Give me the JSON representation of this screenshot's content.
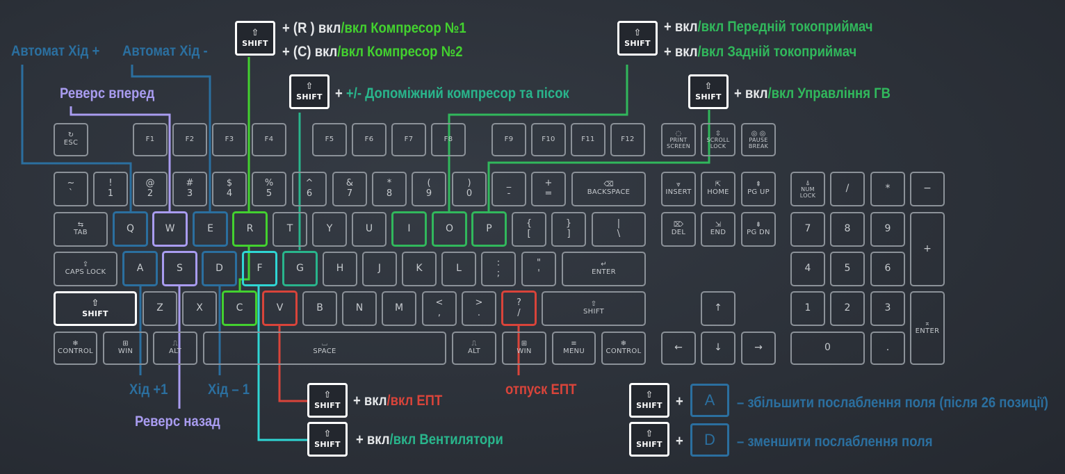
{
  "shift_key": {
    "arrow": "⇧",
    "label": "SHIFT"
  },
  "function_row": [
    "F1",
    "F2",
    "F3",
    "F4",
    "F5",
    "F6",
    "F7",
    "F8",
    "F9",
    "F10",
    "F11",
    "F12"
  ],
  "esc": {
    "icon": "↻",
    "label": "ESC"
  },
  "system_keys": [
    {
      "icon": "◌",
      "top": "PRINT",
      "bottom": "SCREEN"
    },
    {
      "icon": "⇳",
      "top": "SCROLL",
      "bottom": "LOCK"
    },
    {
      "icon": "◎ ◎",
      "top": "PAUSE",
      "bottom": "BREAK"
    }
  ],
  "number_row": [
    {
      "top": "~",
      "bottom": "`"
    },
    {
      "top": "!",
      "bottom": "1"
    },
    {
      "top": "@",
      "bottom": "2"
    },
    {
      "top": "#",
      "bottom": "3"
    },
    {
      "top": "$",
      "bottom": "4"
    },
    {
      "top": "%",
      "bottom": "5"
    },
    {
      "top": "^",
      "bottom": "6"
    },
    {
      "top": "&",
      "bottom": "7"
    },
    {
      "top": "*",
      "bottom": "8"
    },
    {
      "top": "(",
      "bottom": "9"
    },
    {
      "top": ")",
      "bottom": "0"
    },
    {
      "top": "_",
      "bottom": "-"
    },
    {
      "top": "+",
      "bottom": "="
    }
  ],
  "backspace": {
    "icon": "⌫",
    "label": "BACKSPACE"
  },
  "tab": {
    "icon": "⇆",
    "label": "TAB"
  },
  "qwerty_row": [
    "Q",
    "W",
    "E",
    "R",
    "T",
    "Y",
    "U",
    "I",
    "O",
    "P"
  ],
  "brackets": [
    {
      "top": "{",
      "bottom": "["
    },
    {
      "top": "}",
      "bottom": "]"
    },
    {
      "top": "|",
      "bottom": "\\"
    }
  ],
  "caps": {
    "icon": "⇪",
    "label": "CAPS LOCK"
  },
  "home_row": [
    "A",
    "S",
    "D",
    "F",
    "G",
    "H",
    "J",
    "K",
    "L"
  ],
  "punct_home": [
    {
      "top": ":",
      "bottom": ";"
    },
    {
      "top": "\"",
      "bottom": "'"
    }
  ],
  "enter": {
    "icon": "↵",
    "label": "ENTER"
  },
  "bottom_letters": [
    "Z",
    "X",
    "C",
    "V",
    "B",
    "N",
    "M"
  ],
  "punct_bottom": [
    {
      "top": "<",
      "bottom": ","
    },
    {
      "top": ">",
      "bottom": "."
    },
    {
      "top": "?",
      "bottom": "/"
    }
  ],
  "right_shift": {
    "icon": "⇧",
    "label": "SHIFT"
  },
  "modifiers_left": [
    {
      "icon": "❄",
      "label": "CONTROL"
    },
    {
      "icon": "⊞",
      "label": "WIN"
    },
    {
      "icon": "⎍",
      "label": "ALT"
    }
  ],
  "space": {
    "icon": "⌴",
    "label": "SPACE"
  },
  "modifiers_right": [
    {
      "icon": "⎍",
      "label": "ALT"
    },
    {
      "icon": "⊞",
      "label": "WIN"
    },
    {
      "icon": "≡",
      "label": "MENU"
    },
    {
      "icon": "❄",
      "label": "CONTROL"
    }
  ],
  "nav_top": [
    {
      "icon": "⩔",
      "label": "INSERT"
    },
    {
      "icon": "⇱",
      "label": "HOME"
    },
    {
      "icon": "⇞",
      "label": "PG UP"
    }
  ],
  "nav_bottom": [
    {
      "icon": "⌦",
      "label": "DEL"
    },
    {
      "icon": "⇲",
      "label": "END"
    },
    {
      "icon": "⇟",
      "label": "PG DN"
    }
  ],
  "arrows": {
    "up": "↑",
    "left": "←",
    "down": "↓",
    "right": "→"
  },
  "numpad": {
    "numlock": {
      "icon": "⍋",
      "top": "NUM",
      "bottom": "LOCK"
    },
    "slash": "/",
    "star": "*",
    "minus": "−",
    "plus": "+",
    "n7": "7",
    "n8": "8",
    "n9": "9",
    "n4": "4",
    "n5": "5",
    "n6": "6",
    "n1": "1",
    "n2": "2",
    "n3": "3",
    "n0": "0",
    "dot": ".",
    "enter": {
      "icon": "⌅",
      "label": "ENTER"
    }
  },
  "labels": {
    "auto_plus": "Автомат Хід +",
    "auto_minus": "Автомат Хід -",
    "reverse_fwd": "Реверс вперед",
    "reverse_back": "Реверс назад",
    "step_plus": "Хід +1",
    "step_minus": "Хід – 1",
    "comp1": {
      "a": "+ (R ) вкл",
      "b": "/вкл Компресор №1"
    },
    "comp2": {
      "a": "+ (C) вкл",
      "b": "/вкл Компресор №2"
    },
    "aux": {
      "a": "+ ",
      "b": "+/- Допоміжний компресор та пісок"
    },
    "front_pant": {
      "a": "+ вкл",
      "b": "/вкл Передній токоприймач"
    },
    "rear_pant": {
      "a": "+ вкл",
      "b": "/вкл Задній токоприймач"
    },
    "gv": {
      "a": "+ вкл",
      "b": "/вкл Управління ГВ"
    },
    "ept_on": {
      "a": "+ вкл",
      "b": "/вкл ЕПТ"
    },
    "fans": {
      "a": "+  вкл",
      "b": "/вкл Вентилятори"
    },
    "ept_release": "отпуск ЕПТ",
    "field_plus": {
      "plus": "+",
      "key": "A",
      "text": "– збільшити послаблення поля (після 26 позиції)"
    },
    "field_minus": {
      "plus": "+",
      "key": "D",
      "text": "– зменшити послаблення поля"
    }
  },
  "colors": {
    "blue": "#2b6f9f",
    "purple": "#a99cf0",
    "bright_green": "#43d12f",
    "teal": "#29b58c",
    "green": "#31b85c",
    "cyan": "#2fd6d4",
    "red": "#d9443a",
    "white": "#ffffff"
  }
}
